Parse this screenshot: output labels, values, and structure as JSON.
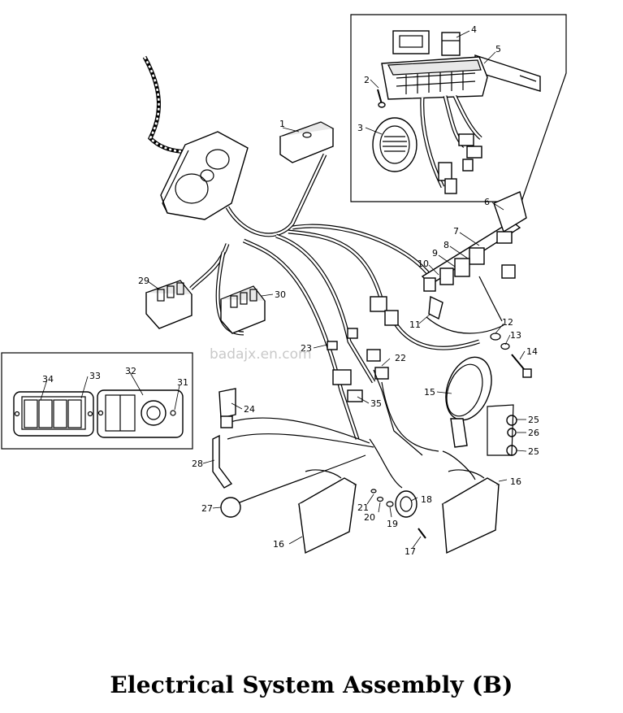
{
  "diagram": {
    "caption": "Electrical System Assembly (B)",
    "watermark": "badajx.en.com",
    "callouts": [
      "1",
      "2",
      "3",
      "4",
      "5",
      "6",
      "7",
      "8",
      "9",
      "10",
      "11",
      "12",
      "13",
      "14",
      "15",
      "16",
      "16",
      "17",
      "18",
      "19",
      "20",
      "21",
      "22",
      "23",
      "24",
      "25",
      "25",
      "26",
      "27",
      "28",
      "29",
      "30",
      "31",
      "32",
      "33",
      "34",
      "35"
    ]
  }
}
